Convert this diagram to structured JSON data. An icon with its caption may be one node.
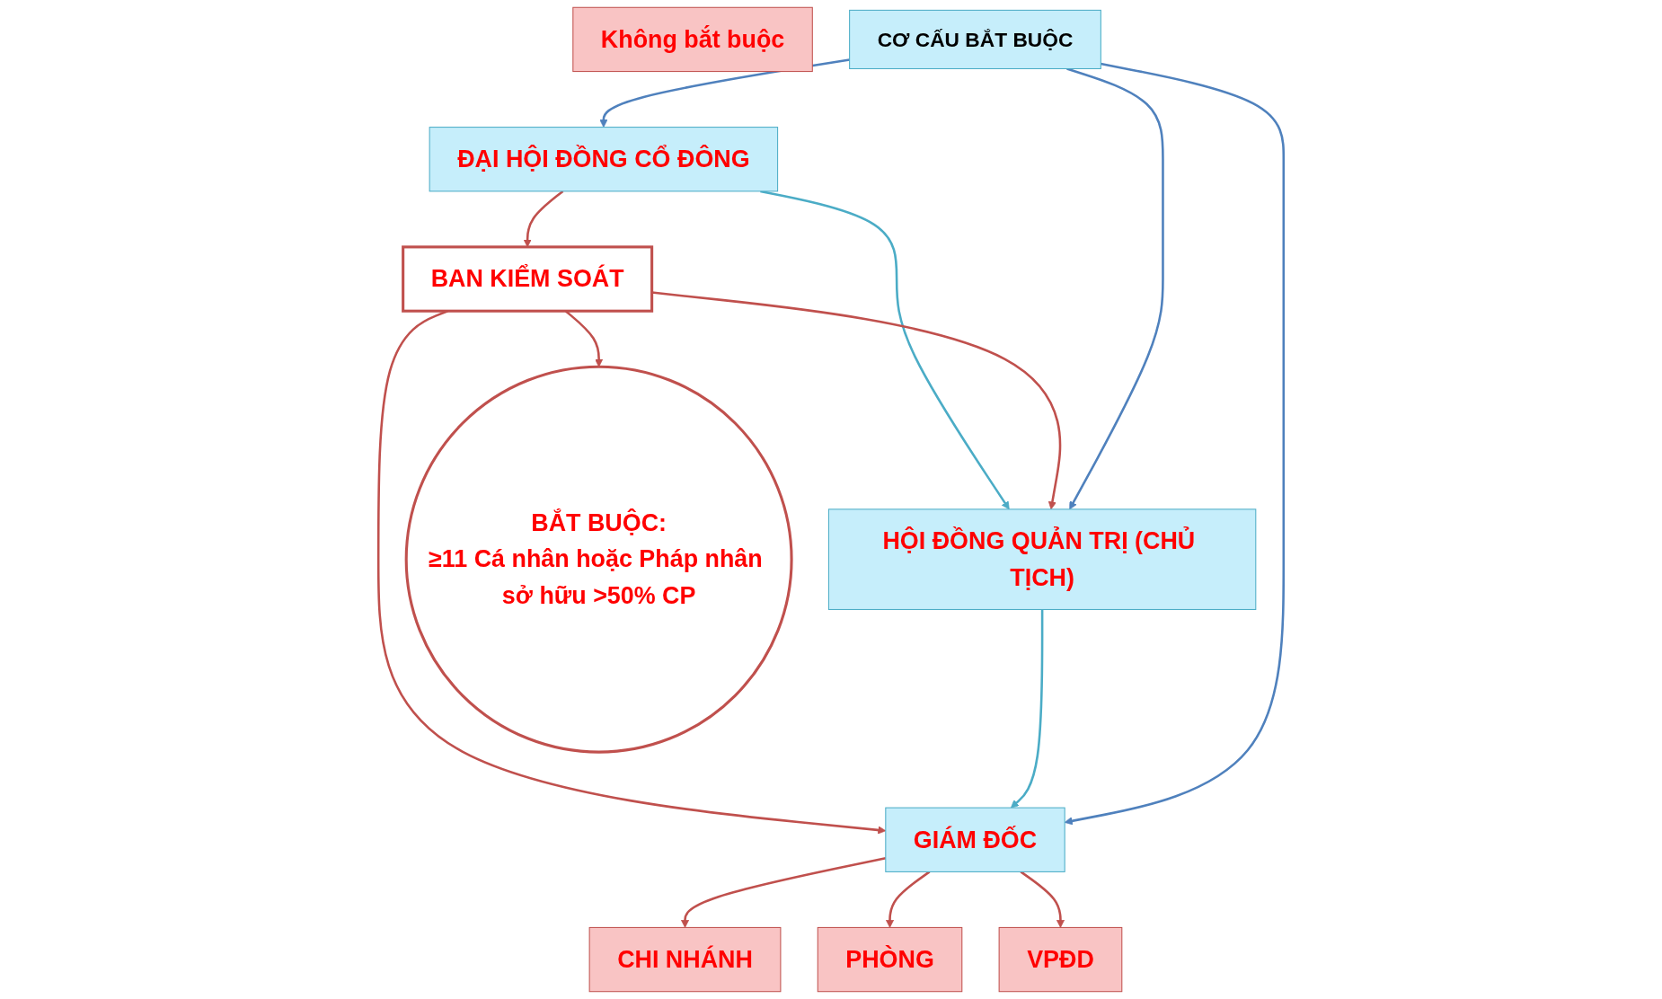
{
  "diagram": {
    "nodes": [
      {
        "text": [
          "ĐẠI HỘI ĐỒNG CỔ ĐÔNG"
        ]
      },
      {
        "text": [
          "BAN KIỂM SOÁT"
        ]
      },
      {
        "text": [
          "HỘI ĐỒNG QUẢN TRỊ (CHỦ TỊCH)"
        ]
      },
      {
        "text": [
          "BẮT BUỘC:",
          "≥11 Cá nhân hoặc Pháp nhân sở hữu >50% CP"
        ]
      },
      {
        "text": [
          "GIÁM ĐỐC"
        ]
      },
      {
        "text": [
          "CHI NHÁNH"
        ]
      },
      {
        "text": [
          "PHÒNG"
        ]
      },
      {
        "text": [
          "VPĐD"
        ]
      },
      {
        "text": [
          "Không bắt buộc"
        ]
      },
      {
        "text": [
          "CƠ CẤU BẮT BUỘC"
        ]
      }
    ],
    "edges": [
      {
        "from": 0,
        "to": 1,
        "arrow": "to"
      },
      {
        "from": 0,
        "to": 2,
        "arrow": "to",
        "color": "#4bacc6"
      },
      {
        "from": 1,
        "to": 2,
        "arrow": "to"
      },
      {
        "from": 1,
        "to": 4,
        "arrow": "to"
      },
      {
        "from": 1,
        "to": 3,
        "arrow": "to"
      },
      {
        "from": 2,
        "to": 4,
        "arrow": "to",
        "color": "#4bacc6"
      },
      {
        "from": 4,
        "to": 5,
        "arrow": "to"
      },
      {
        "from": 4,
        "to": 6,
        "arrow": "to"
      },
      {
        "from": 4,
        "to": 7,
        "arrow": "to"
      },
      {
        "from": 9,
        "to": 0,
        "arrow": "to",
        "color": "#4f81bd"
      },
      {
        "from": 9,
        "to": 2,
        "arrow": "to",
        "color": "#4f81bd"
      },
      {
        "from": 9,
        "to": 4,
        "arrow": "to",
        "color": "#4f81bd"
      }
    ]
  }
}
